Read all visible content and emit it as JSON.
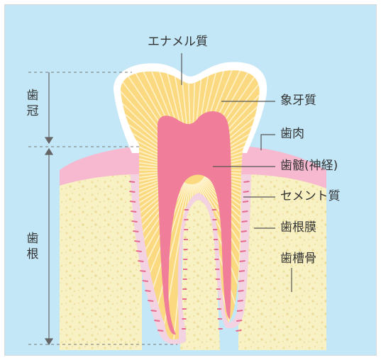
{
  "labels": {
    "enamel": "エナメル質",
    "dentin": "象牙質",
    "gum": "歯肉",
    "pulp": "歯髄(神経)",
    "cementum": "セメント質",
    "ligament": "歯根膜",
    "alveolar_bone": "歯槽骨"
  },
  "side_labels": {
    "crown": [
      "歯",
      "冠"
    ],
    "root": [
      "歯",
      "根"
    ]
  },
  "colors": {
    "background": "#c3e7f7",
    "bone": "#f8f1c4",
    "gum": "#f6b9cf",
    "enamel": "#ffffff",
    "dentin": "#fbd981",
    "pulp": "#f07d99",
    "ligament": "#f3d2e1",
    "cementum_ticks": "#e56a8d"
  }
}
